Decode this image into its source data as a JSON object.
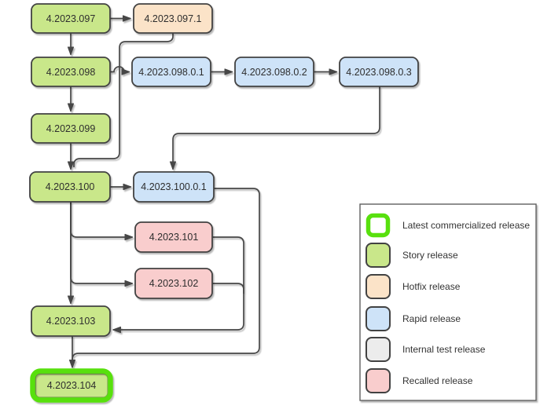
{
  "colors": {
    "background": "#ffffff",
    "edge": "#464646",
    "node_border": "#424242",
    "text": "#2e2e2e",
    "story": "#c9e78a",
    "hotfix": "#fbe3c8",
    "rapid": "#cee3f8",
    "internal_test": "#ececec",
    "recalled": "#f9cdcd",
    "latest_highlight": "#58e00e",
    "legend_border": "#5f5f5f"
  },
  "diagram": {
    "nodes": [
      {
        "label": "4.2023.097",
        "type": "story"
      },
      {
        "label": "4.2023.097.1",
        "type": "hotfix"
      },
      {
        "label": "4.2023.098",
        "type": "story"
      },
      {
        "label": "4.2023.098.0.1",
        "type": "rapid"
      },
      {
        "label": "4.2023.098.0.2",
        "type": "rapid"
      },
      {
        "label": "4.2023.098.0.3",
        "type": "rapid"
      },
      {
        "label": "4.2023.099",
        "type": "story"
      },
      {
        "label": "4.2023.100",
        "type": "story"
      },
      {
        "label": "4.2023.100.0.1",
        "type": "rapid"
      },
      {
        "label": "4.2023.101",
        "type": "recalled"
      },
      {
        "label": "4.2023.102",
        "type": "recalled"
      },
      {
        "label": "4.2023.103",
        "type": "story"
      },
      {
        "label": "4.2023.104",
        "type": "story",
        "latest": true
      }
    ],
    "edges": [
      {
        "from": "4.2023.097",
        "to": "4.2023.097.1"
      },
      {
        "from": "4.2023.097",
        "to": "4.2023.098"
      },
      {
        "from": "4.2023.097.1",
        "to": "4.2023.100"
      },
      {
        "from": "4.2023.098",
        "to": "4.2023.098.0.1"
      },
      {
        "from": "4.2023.098.0.1",
        "to": "4.2023.098.0.2"
      },
      {
        "from": "4.2023.098.0.2",
        "to": "4.2023.098.0.3"
      },
      {
        "from": "4.2023.098",
        "to": "4.2023.099"
      },
      {
        "from": "4.2023.099",
        "to": "4.2023.100"
      },
      {
        "from": "4.2023.098.0.3",
        "to": "4.2023.100.0.1"
      },
      {
        "from": "4.2023.100",
        "to": "4.2023.100.0.1"
      },
      {
        "from": "4.2023.100",
        "to": "4.2023.101"
      },
      {
        "from": "4.2023.100",
        "to": "4.2023.102"
      },
      {
        "from": "4.2023.100",
        "to": "4.2023.103"
      },
      {
        "from": "4.2023.101",
        "to": "4.2023.103"
      },
      {
        "from": "4.2023.102",
        "to": "4.2023.103"
      },
      {
        "from": "4.2023.100.0.1",
        "to": "4.2023.104"
      },
      {
        "from": "4.2023.103",
        "to": "4.2023.104"
      }
    ]
  },
  "legend": {
    "items": [
      {
        "label": "Latest commercialized release",
        "type": "latest"
      },
      {
        "label": "Story release",
        "type": "story"
      },
      {
        "label": "Hotfix release",
        "type": "hotfix"
      },
      {
        "label": "Rapid release",
        "type": "rapid"
      },
      {
        "label": "Internal test release",
        "type": "internal_test"
      },
      {
        "label": "Recalled release",
        "type": "recalled"
      }
    ]
  }
}
